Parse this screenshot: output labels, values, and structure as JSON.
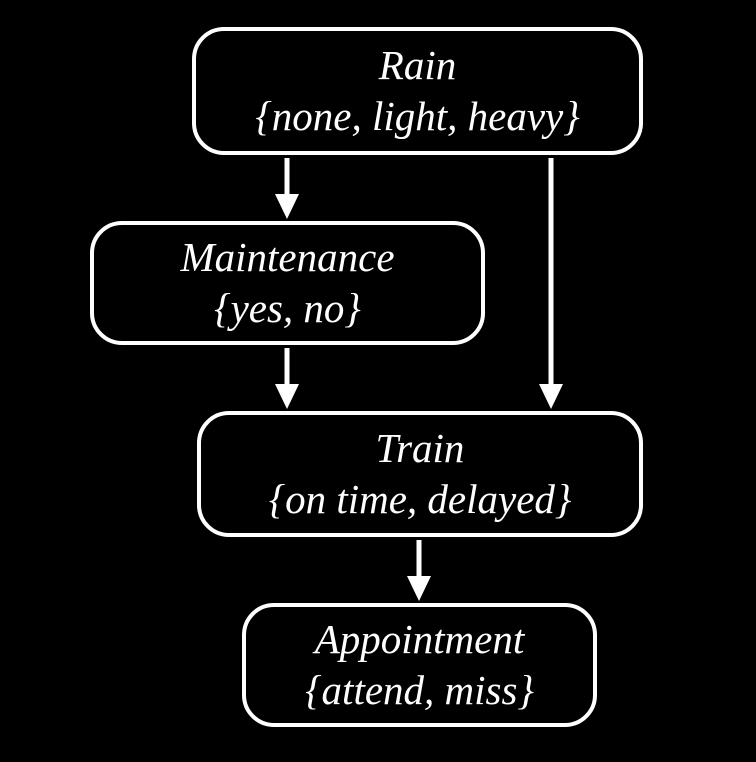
{
  "diagram": {
    "type": "bayesian-network",
    "background_color": "#000000",
    "node_fill_color": "#000000",
    "node_border_color": "#ffffff",
    "edge_color": "#ffffff",
    "text_color": "#ffffff",
    "nodes": [
      {
        "id": "rain",
        "label": "Rain",
        "domain": "{none, light, heavy}"
      },
      {
        "id": "maintenance",
        "label": "Maintenance",
        "domain": "{yes, no}"
      },
      {
        "id": "train",
        "label": "Train",
        "domain": "{on time, delayed}"
      },
      {
        "id": "appointment",
        "label": "Appointment",
        "domain": "{attend, miss}"
      }
    ],
    "edges": [
      {
        "from": "rain",
        "to": "maintenance"
      },
      {
        "from": "rain",
        "to": "train"
      },
      {
        "from": "maintenance",
        "to": "train"
      },
      {
        "from": "train",
        "to": "appointment"
      }
    ]
  }
}
